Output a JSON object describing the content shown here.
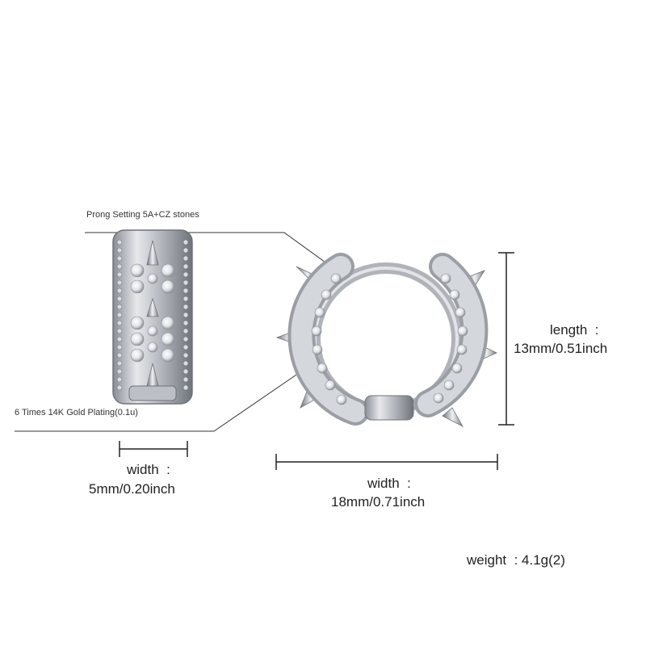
{
  "annotations": {
    "prong_setting": "Prong Setting 5A+CZ stones",
    "plating": "6 Times  14K  Gold  Plating(0.1u)"
  },
  "dimensions": {
    "side_width_label": "width  :",
    "side_width_value": "5mm/0.20inch",
    "front_width_label": "width  :",
    "front_width_value": "18mm/0.71inch",
    "length_label": "length  :",
    "length_value": "13mm/0.51inch",
    "weight": "weight  : 4.1g(2)"
  },
  "colors": {
    "background": "#ffffff",
    "metal": "#c9ccd1",
    "metal_dark": "#7d8188",
    "line": "#333333"
  }
}
